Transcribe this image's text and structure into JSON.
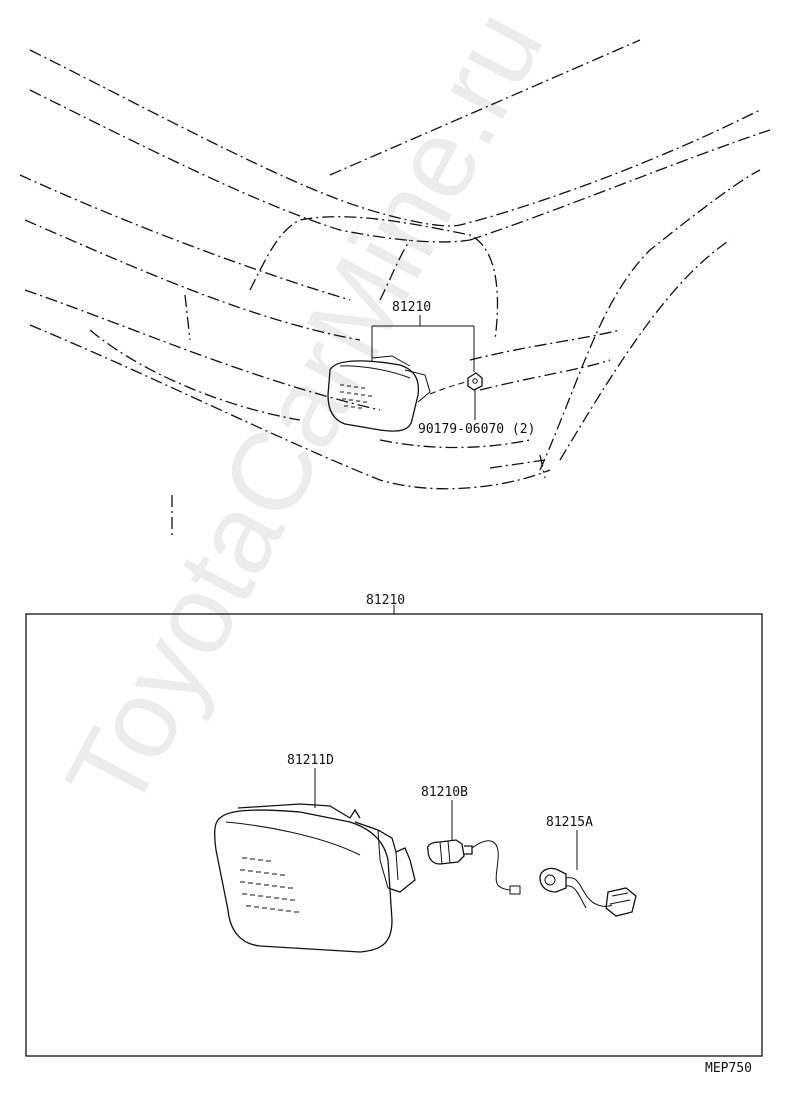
{
  "watermark": "ToyotaCarMine.ru",
  "upper_view": {
    "callout_assembly": "81210",
    "callout_screw": "90179-06070 (2)"
  },
  "detail_box": {
    "title": "81210",
    "parts": [
      {
        "number": "81211D"
      },
      {
        "number": "81210B"
      },
      {
        "number": "81215A"
      }
    ]
  },
  "figure_code": "MEP750"
}
